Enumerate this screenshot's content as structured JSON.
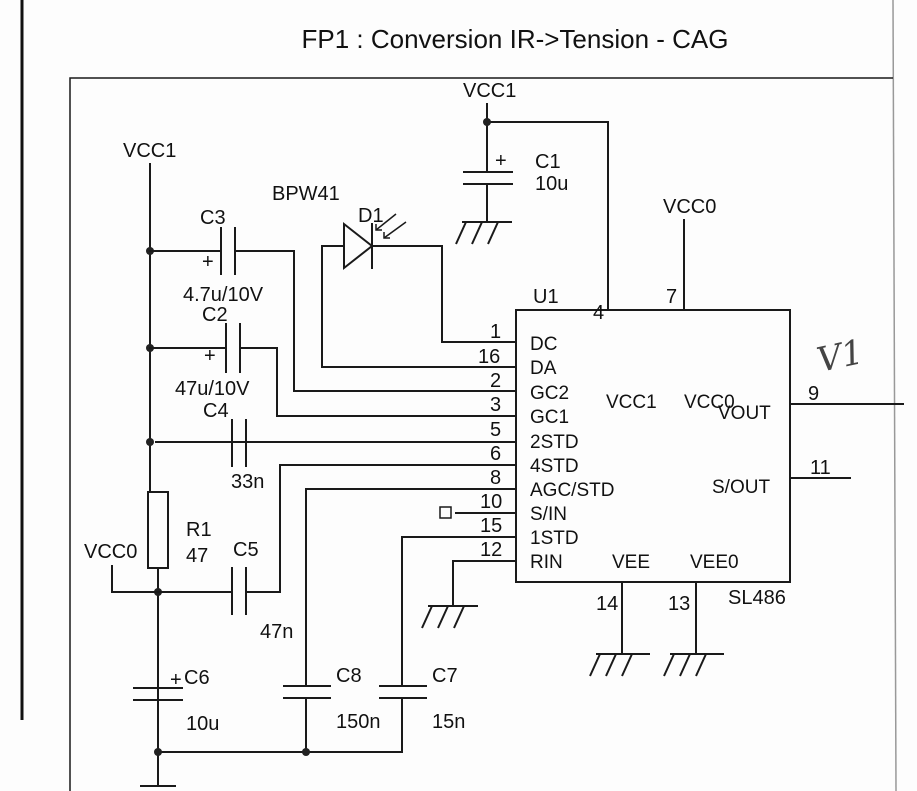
{
  "title": "FP1 : Conversion IR->Tension - CAG",
  "power": {
    "vcc1_top": "VCC1",
    "vcc1_left": "VCC1",
    "vcc0_top": "VCC0",
    "vcc0_left": "VCC0"
  },
  "diode": {
    "part": "BPW41",
    "ref": "D1"
  },
  "ic": {
    "ref": "U1",
    "part": "SL486",
    "inner_label_vcc1": "VCC1",
    "inner_label_vcc0": "VCC0",
    "top_pins": [
      {
        "num": "4"
      },
      {
        "num": "7"
      }
    ],
    "left_pins": [
      {
        "num": "1",
        "name": "DC"
      },
      {
        "num": "16",
        "name": "DA"
      },
      {
        "num": "2",
        "name": "GC2"
      },
      {
        "num": "3",
        "name": "GC1"
      },
      {
        "num": "5",
        "name": "2STD"
      },
      {
        "num": "6",
        "name": "4STD"
      },
      {
        "num": "8",
        "name": "AGC/STD"
      },
      {
        "num": "10",
        "name": "S/IN"
      },
      {
        "num": "15",
        "name": "1STD"
      },
      {
        "num": "12",
        "name": "RIN"
      }
    ],
    "right_pins": [
      {
        "num": "9",
        "name": "VOUT"
      },
      {
        "num": "11",
        "name": "S/OUT"
      }
    ],
    "bottom_pins": [
      {
        "num": "14",
        "name": "VEE"
      },
      {
        "num": "13",
        "name": "VEE0"
      }
    ]
  },
  "components": {
    "C1": {
      "ref": "C1",
      "value": "10u",
      "polarity": "+"
    },
    "C3": {
      "ref": "C3",
      "value": "4.7u/10V",
      "polarity": "+"
    },
    "C2": {
      "ref": "C2",
      "value": "47u/10V",
      "polarity": "+"
    },
    "C4": {
      "ref": "C4",
      "value": "33n"
    },
    "C5": {
      "ref": "C5",
      "value": "47n"
    },
    "R1": {
      "ref": "R1",
      "value": "47"
    },
    "C6": {
      "ref": "C6",
      "value": "10u",
      "polarity": "+"
    },
    "C8": {
      "ref": "C8",
      "value": "150n"
    },
    "C7": {
      "ref": "C7",
      "value": "15n"
    }
  },
  "handwritten_note": "V1"
}
